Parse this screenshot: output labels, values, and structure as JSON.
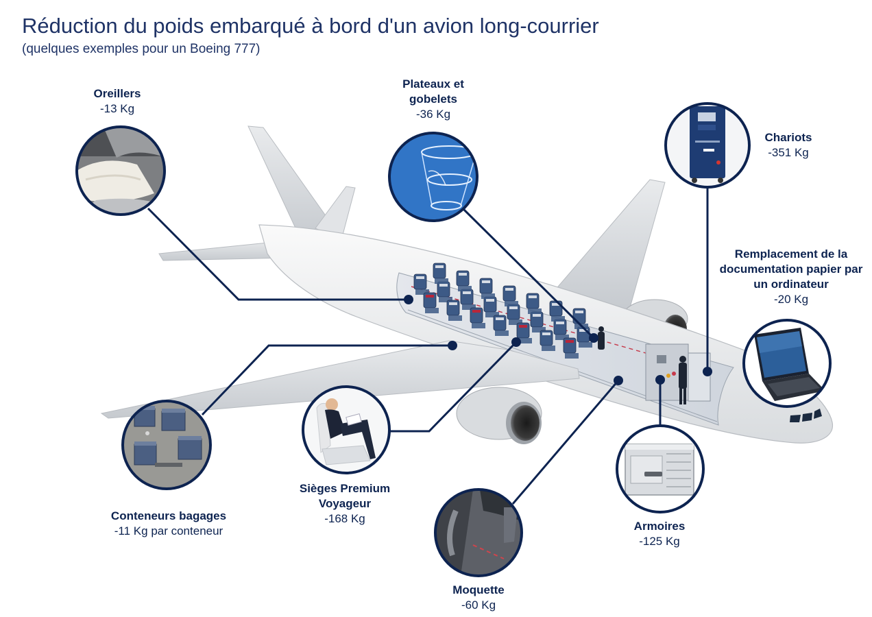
{
  "header": {
    "title": "Réduction du poids embarqué à bord d'un avion long-courrier",
    "subtitle": "(quelques exemples pour un Boeing 777)"
  },
  "callouts": {
    "oreillers": {
      "name": "Oreillers",
      "value": "-13 Kg",
      "icon": "pillow-photo"
    },
    "plateaux": {
      "name": "Plateaux et gobelets",
      "value": "-36 Kg",
      "icon": "cups-photo"
    },
    "chariots": {
      "name": "Chariots",
      "value": "-351 Kg",
      "icon": "trolley-photo"
    },
    "documentation": {
      "name": "Remplacement de la documentation papier par un ordinateur",
      "value": "-20 Kg",
      "icon": "laptop-photo"
    },
    "conteneurs": {
      "name": "Conteneurs bagages",
      "value": "-11 Kg par conteneur",
      "icon": "containers-photo"
    },
    "sieges": {
      "name": "Sièges Premium Voyageur",
      "value": "-168 Kg",
      "icon": "seat-photo"
    },
    "moquette": {
      "name": "Moquette",
      "value": "-60 Kg",
      "icon": "carpet-photo"
    },
    "armoires": {
      "name": "Armoires",
      "value": "-125 Kg",
      "icon": "cabinet-photo"
    }
  },
  "colors": {
    "navy": "#0d2350",
    "seat_blue": "#3d5a86",
    "seat_red": "#b8263a",
    "fuselage": "#f1f2f3"
  }
}
